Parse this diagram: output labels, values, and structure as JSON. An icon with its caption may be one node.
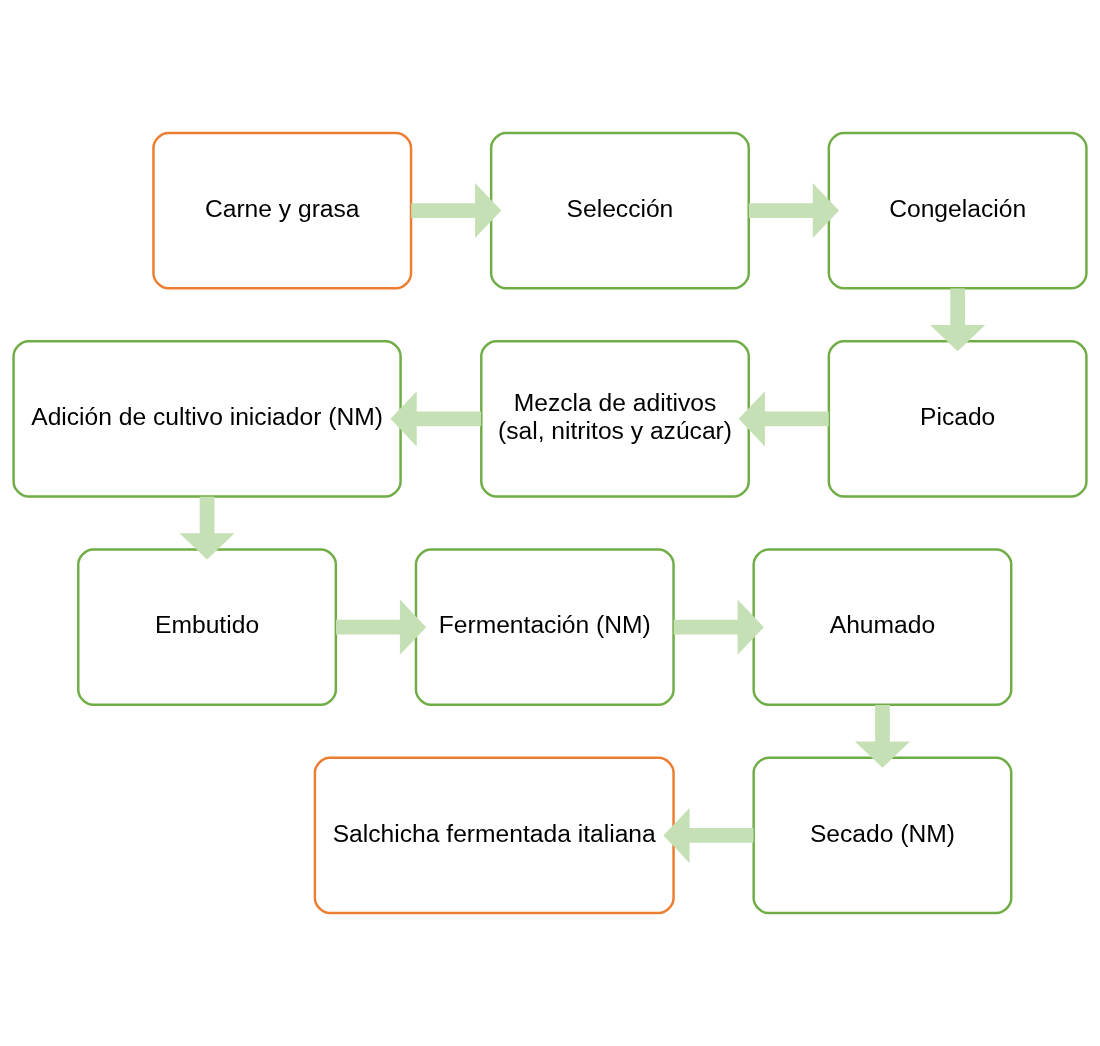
{
  "diagram": {
    "nodes": [
      {
        "text": [
          "Carne y grasa"
        ]
      },
      {
        "text": [
          "Selección"
        ]
      },
      {
        "text": [
          "Congelación"
        ]
      },
      {
        "text": [
          "Picado"
        ]
      },
      {
        "text": [
          "Mezcla de aditivos",
          "(sal, nitritos y azúcar)"
        ]
      },
      {
        "text": [
          "Adición de cultivo iniciador (NM)"
        ]
      },
      {
        "text": [
          "Embutido"
        ]
      },
      {
        "text": [
          "Fermentación (NM)"
        ]
      },
      {
        "text": [
          "Ahumado"
        ]
      },
      {
        "text": [
          "Secado (NM)"
        ]
      },
      {
        "text": [
          "Salchicha fermentada italiana"
        ]
      }
    ],
    "edges": [
      {
        "from": 0,
        "to": 1,
        "arrow": "to"
      },
      {
        "from": 1,
        "to": 2,
        "arrow": "to"
      },
      {
        "from": 2,
        "to": 3,
        "arrow": "to"
      },
      {
        "from": 3,
        "to": 4,
        "arrow": "to"
      },
      {
        "from": 4,
        "to": 5,
        "arrow": "to"
      },
      {
        "from": 5,
        "to": 6,
        "arrow": "to"
      },
      {
        "from": 6,
        "to": 7,
        "arrow": "to"
      },
      {
        "from": 7,
        "to": 8,
        "arrow": "to"
      },
      {
        "from": 8,
        "to": 9,
        "arrow": "to"
      },
      {
        "from": 9,
        "to": 10,
        "arrow": "to"
      }
    ]
  }
}
